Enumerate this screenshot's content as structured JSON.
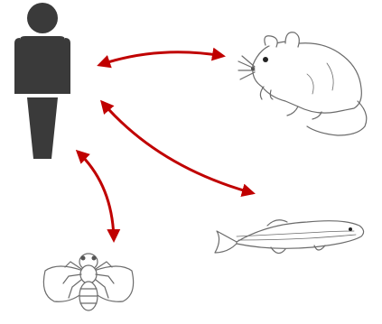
{
  "nodes": [
    {
      "id": "human",
      "icon": "human-icon"
    },
    {
      "id": "mouse",
      "icon": "mouse-icon"
    },
    {
      "id": "zebrafish",
      "icon": "zebrafish-icon"
    },
    {
      "id": "fruit-fly",
      "icon": "fruit-fly-icon"
    }
  ],
  "edges": [
    {
      "from": "human",
      "to": "mouse",
      "bidirectional": true
    },
    {
      "from": "human",
      "to": "zebrafish",
      "bidirectional": true
    },
    {
      "from": "human",
      "to": "fruit-fly",
      "bidirectional": true
    }
  ],
  "colors": {
    "arrow": "#c00000",
    "human": "#3a3a3a",
    "outline": "#6b6b6b"
  }
}
